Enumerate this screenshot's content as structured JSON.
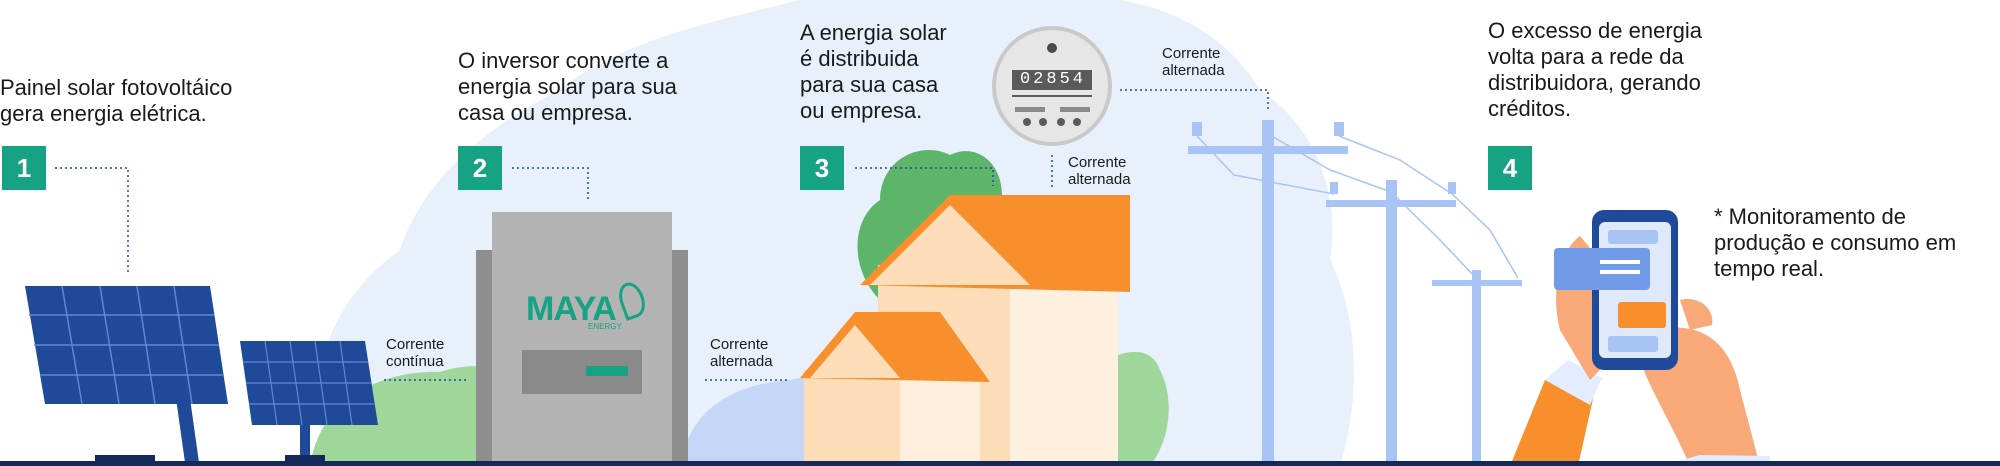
{
  "colors": {
    "accent_green": "#16a383",
    "panel_blue": "#1f4a9a",
    "roof_orange": "#f7902c",
    "wall_peach": "#fddcb8",
    "pole_blue": "#a7c4f5",
    "bg_blue": "#e7f0fb",
    "hill_green": "#9fd69a",
    "ground_line": "#14285a"
  },
  "steps": [
    {
      "number": "1",
      "text": "Painel solar fotovoltáico\ngera energia elétrica."
    },
    {
      "number": "2",
      "text": "O inversor converte a\nenergia solar para sua\ncasa ou empresa."
    },
    {
      "number": "3",
      "text": "A energia solar\né distribuida\npara sua casa\nou empresa."
    },
    {
      "number": "4",
      "text": "O excesso de energia\nvolta para a rede da\ndistribuidora, gerando\ncréditos."
    }
  ],
  "flow_labels": {
    "dc": "Corrente\ncontínua",
    "ac_inverter": "Corrente\nalternada",
    "ac_meter_right": "Corrente\nalternada",
    "ac_meter_below": "Corrente\nalternada"
  },
  "inverter": {
    "brand": "MAYA",
    "sub": "ENERGY"
  },
  "meter": {
    "reading": "02854"
  },
  "monitoring_note": "* Monitoramento de\nprodução e consumo em\ntempo real.",
  "icons": [
    "solar-panel-icon",
    "inverter-icon",
    "house-icon",
    "energy-meter-icon",
    "power-pole-icon",
    "smartphone-icon",
    "hand-icon"
  ]
}
